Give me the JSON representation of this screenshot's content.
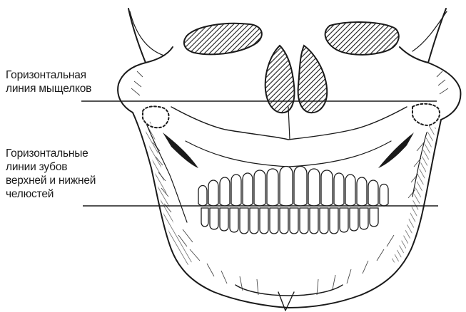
{
  "annotations": {
    "condyle_line": {
      "lines": [
        "Горизонтальная",
        "линия мыщелков"
      ]
    },
    "teeth_line": {
      "lines": [
        "Горизонтальные",
        "линии зубов",
        "верхней и нижней",
        "челюстей"
      ]
    }
  },
  "colors": {
    "ink": "#1a1a1a",
    "background": "#ffffff"
  }
}
